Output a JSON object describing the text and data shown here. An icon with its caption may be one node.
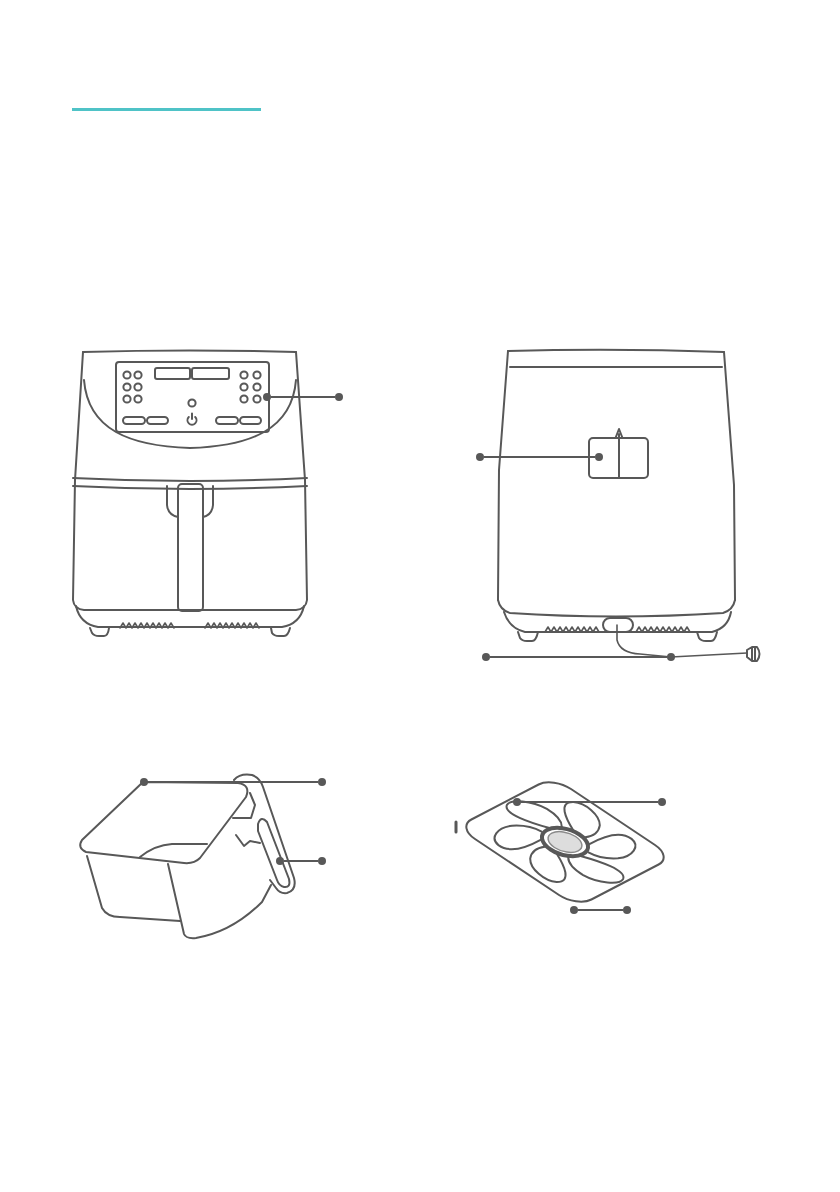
{
  "diagram": {
    "nodes": [
      {
        "text": [],
        "shape": "circle"
      },
      {
        "text": [],
        "shape": "circle"
      },
      {
        "text": [],
        "shape": "circle"
      },
      {
        "text": [],
        "shape": "circle"
      },
      {
        "text": [],
        "shape": "circle"
      },
      {
        "text": [],
        "shape": "circle"
      },
      {
        "text": [],
        "shape": "circle"
      },
      {
        "text": [],
        "shape": "circle"
      },
      {
        "text": [],
        "shape": "circle"
      },
      {
        "text": [],
        "shape": "circle"
      },
      {
        "text": [],
        "shape": "circle"
      },
      {
        "text": [],
        "shape": "circle"
      },
      {
        "text": [],
        "shape": "circle"
      },
      {
        "text": [],
        "shape": "circle"
      }
    ],
    "edges": [
      {
        "from": 1,
        "to": 0,
        "arrow": "none"
      },
      {
        "from": 2,
        "to": 3,
        "arrow": "none"
      },
      {
        "from": 4,
        "to": 5,
        "arrow": "none"
      },
      {
        "from": 7,
        "to": 6,
        "arrow": "none"
      },
      {
        "from": 9,
        "to": 8,
        "arrow": "none"
      },
      {
        "from": 11,
        "to": 10,
        "arrow": "none"
      },
      {
        "from": 13,
        "to": 12,
        "arrow": "none"
      }
    ]
  }
}
